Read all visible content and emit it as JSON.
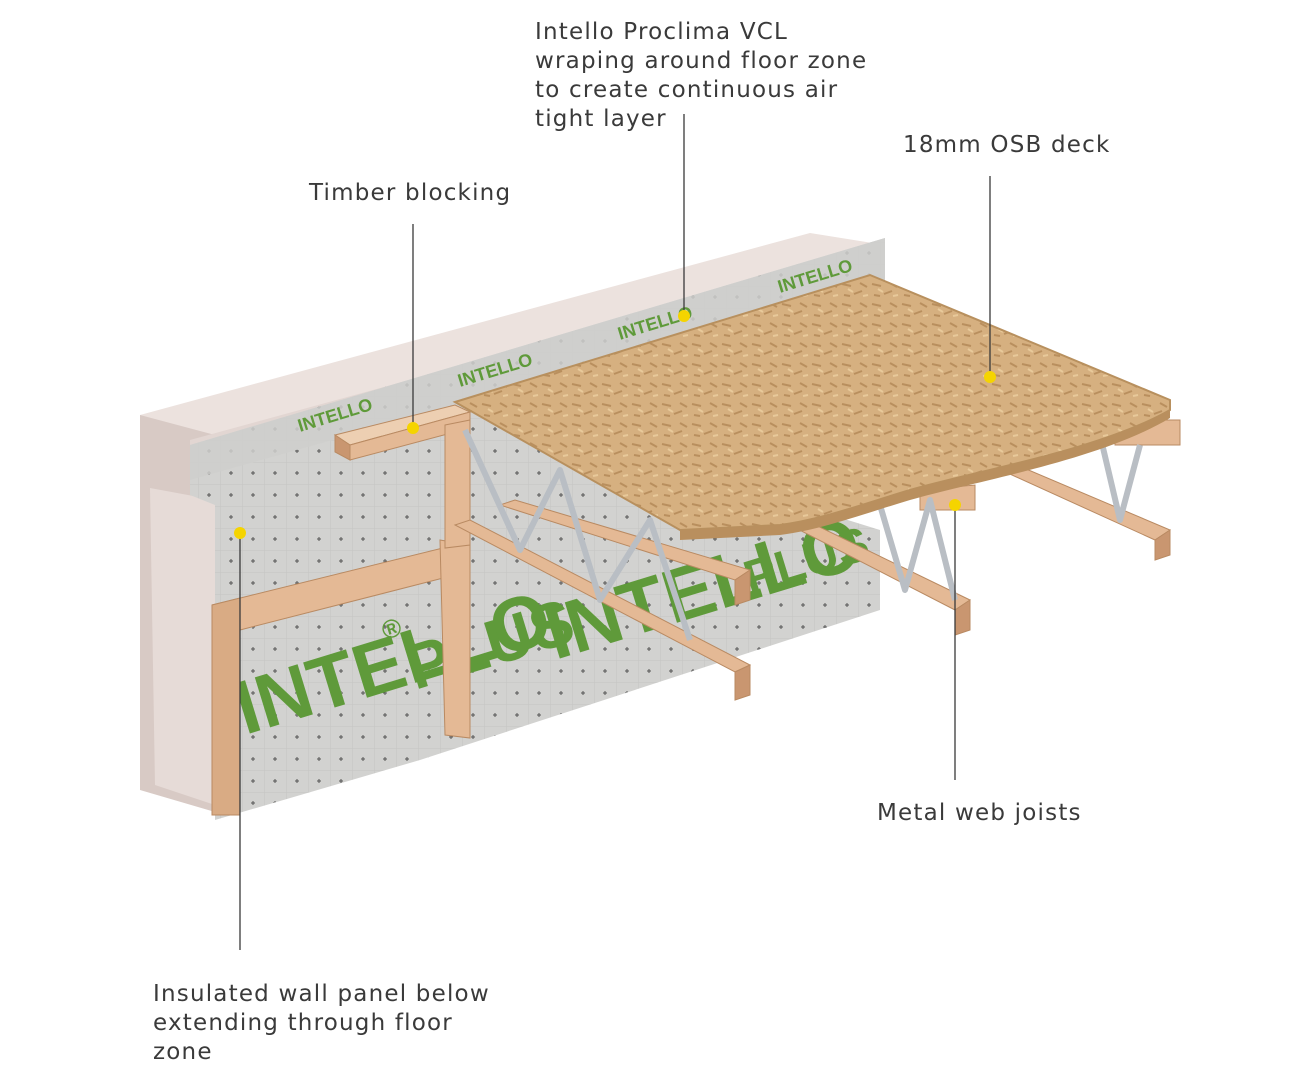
{
  "callouts": {
    "vcl": {
      "lines": [
        "Intello Proclima VCL",
        "wraping around floor zone",
        "to create continuous air",
        "tight layer"
      ]
    },
    "osb": {
      "lines": [
        "18mm OSB deck"
      ]
    },
    "blocking": {
      "lines": [
        "Timber blocking"
      ]
    },
    "joists": {
      "lines": [
        "Metal web joists"
      ]
    },
    "wall": {
      "lines": [
        "Insulated wall panel below",
        "extending through floor",
        "zone"
      ]
    }
  },
  "membrane_print": {
    "brand": "INTELLO",
    "mark": "®",
    "product": "PLUS"
  },
  "colors": {
    "wall_panel": "#e8dcd8",
    "wall_panel_shade": "#d3c4bf",
    "membrane": "#d2d2d0",
    "membrane_print": "#5f9a3a",
    "timber": "#e4b995",
    "timber_dark": "#c99670",
    "osb": "#d6b080",
    "metal_web": "#b9bec4",
    "marker": "#f5d400",
    "leader": "#3a3a3a"
  }
}
